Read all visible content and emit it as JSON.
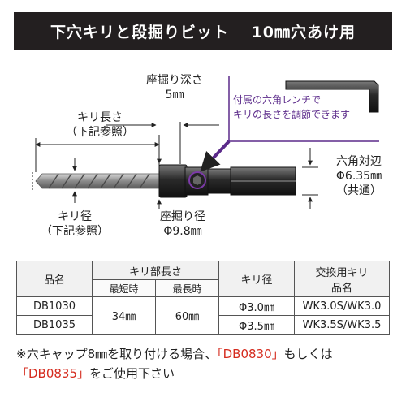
{
  "title": "下穴キリと段掘りビット　 10㎜穴あけ用",
  "labels": {
    "counterbore_depth": [
      "座掘り深さ",
      "5㎜"
    ],
    "drill_length": [
      "キリ長さ",
      "（下記参照）"
    ],
    "drill_diameter": [
      "キリ径",
      "（下記参照）"
    ],
    "counterbore_diameter": [
      "座掘り径",
      "Φ9.8㎜"
    ],
    "hex_width": [
      "六角対辺",
      "Φ6.35㎜",
      "（共通）"
    ],
    "callout": [
      "付属の六角レンチで",
      "キリの長さを調節できます"
    ]
  },
  "table": {
    "h_name": "品名",
    "h_length": "キリ部長さ",
    "h_min": "最短時",
    "h_max": "最長時",
    "h_diameter": "キリ径",
    "h_replacement": [
      "交換用キリ",
      "品名"
    ],
    "rows": [
      {
        "name": "DB1030",
        "diameter": "Φ3.0㎜",
        "replacement": "WK3.0S/WK3.0"
      },
      {
        "name": "DB1035",
        "diameter": "Φ3.5㎜",
        "replacement": "WK3.5S/WK3.5"
      }
    ],
    "min_length": "34㎜",
    "max_length": "60㎜"
  },
  "note": {
    "prefix": "※穴キャップ8㎜を取り付ける場合、",
    "code1": "「DB0830」",
    "middle": "もしくは",
    "code2": "「DB0835」",
    "suffix": "をご使用下さい"
  },
  "colors": {
    "title_bg": "#231f20",
    "callout": "#5b2a8a",
    "highlight": "#d52b1e"
  }
}
